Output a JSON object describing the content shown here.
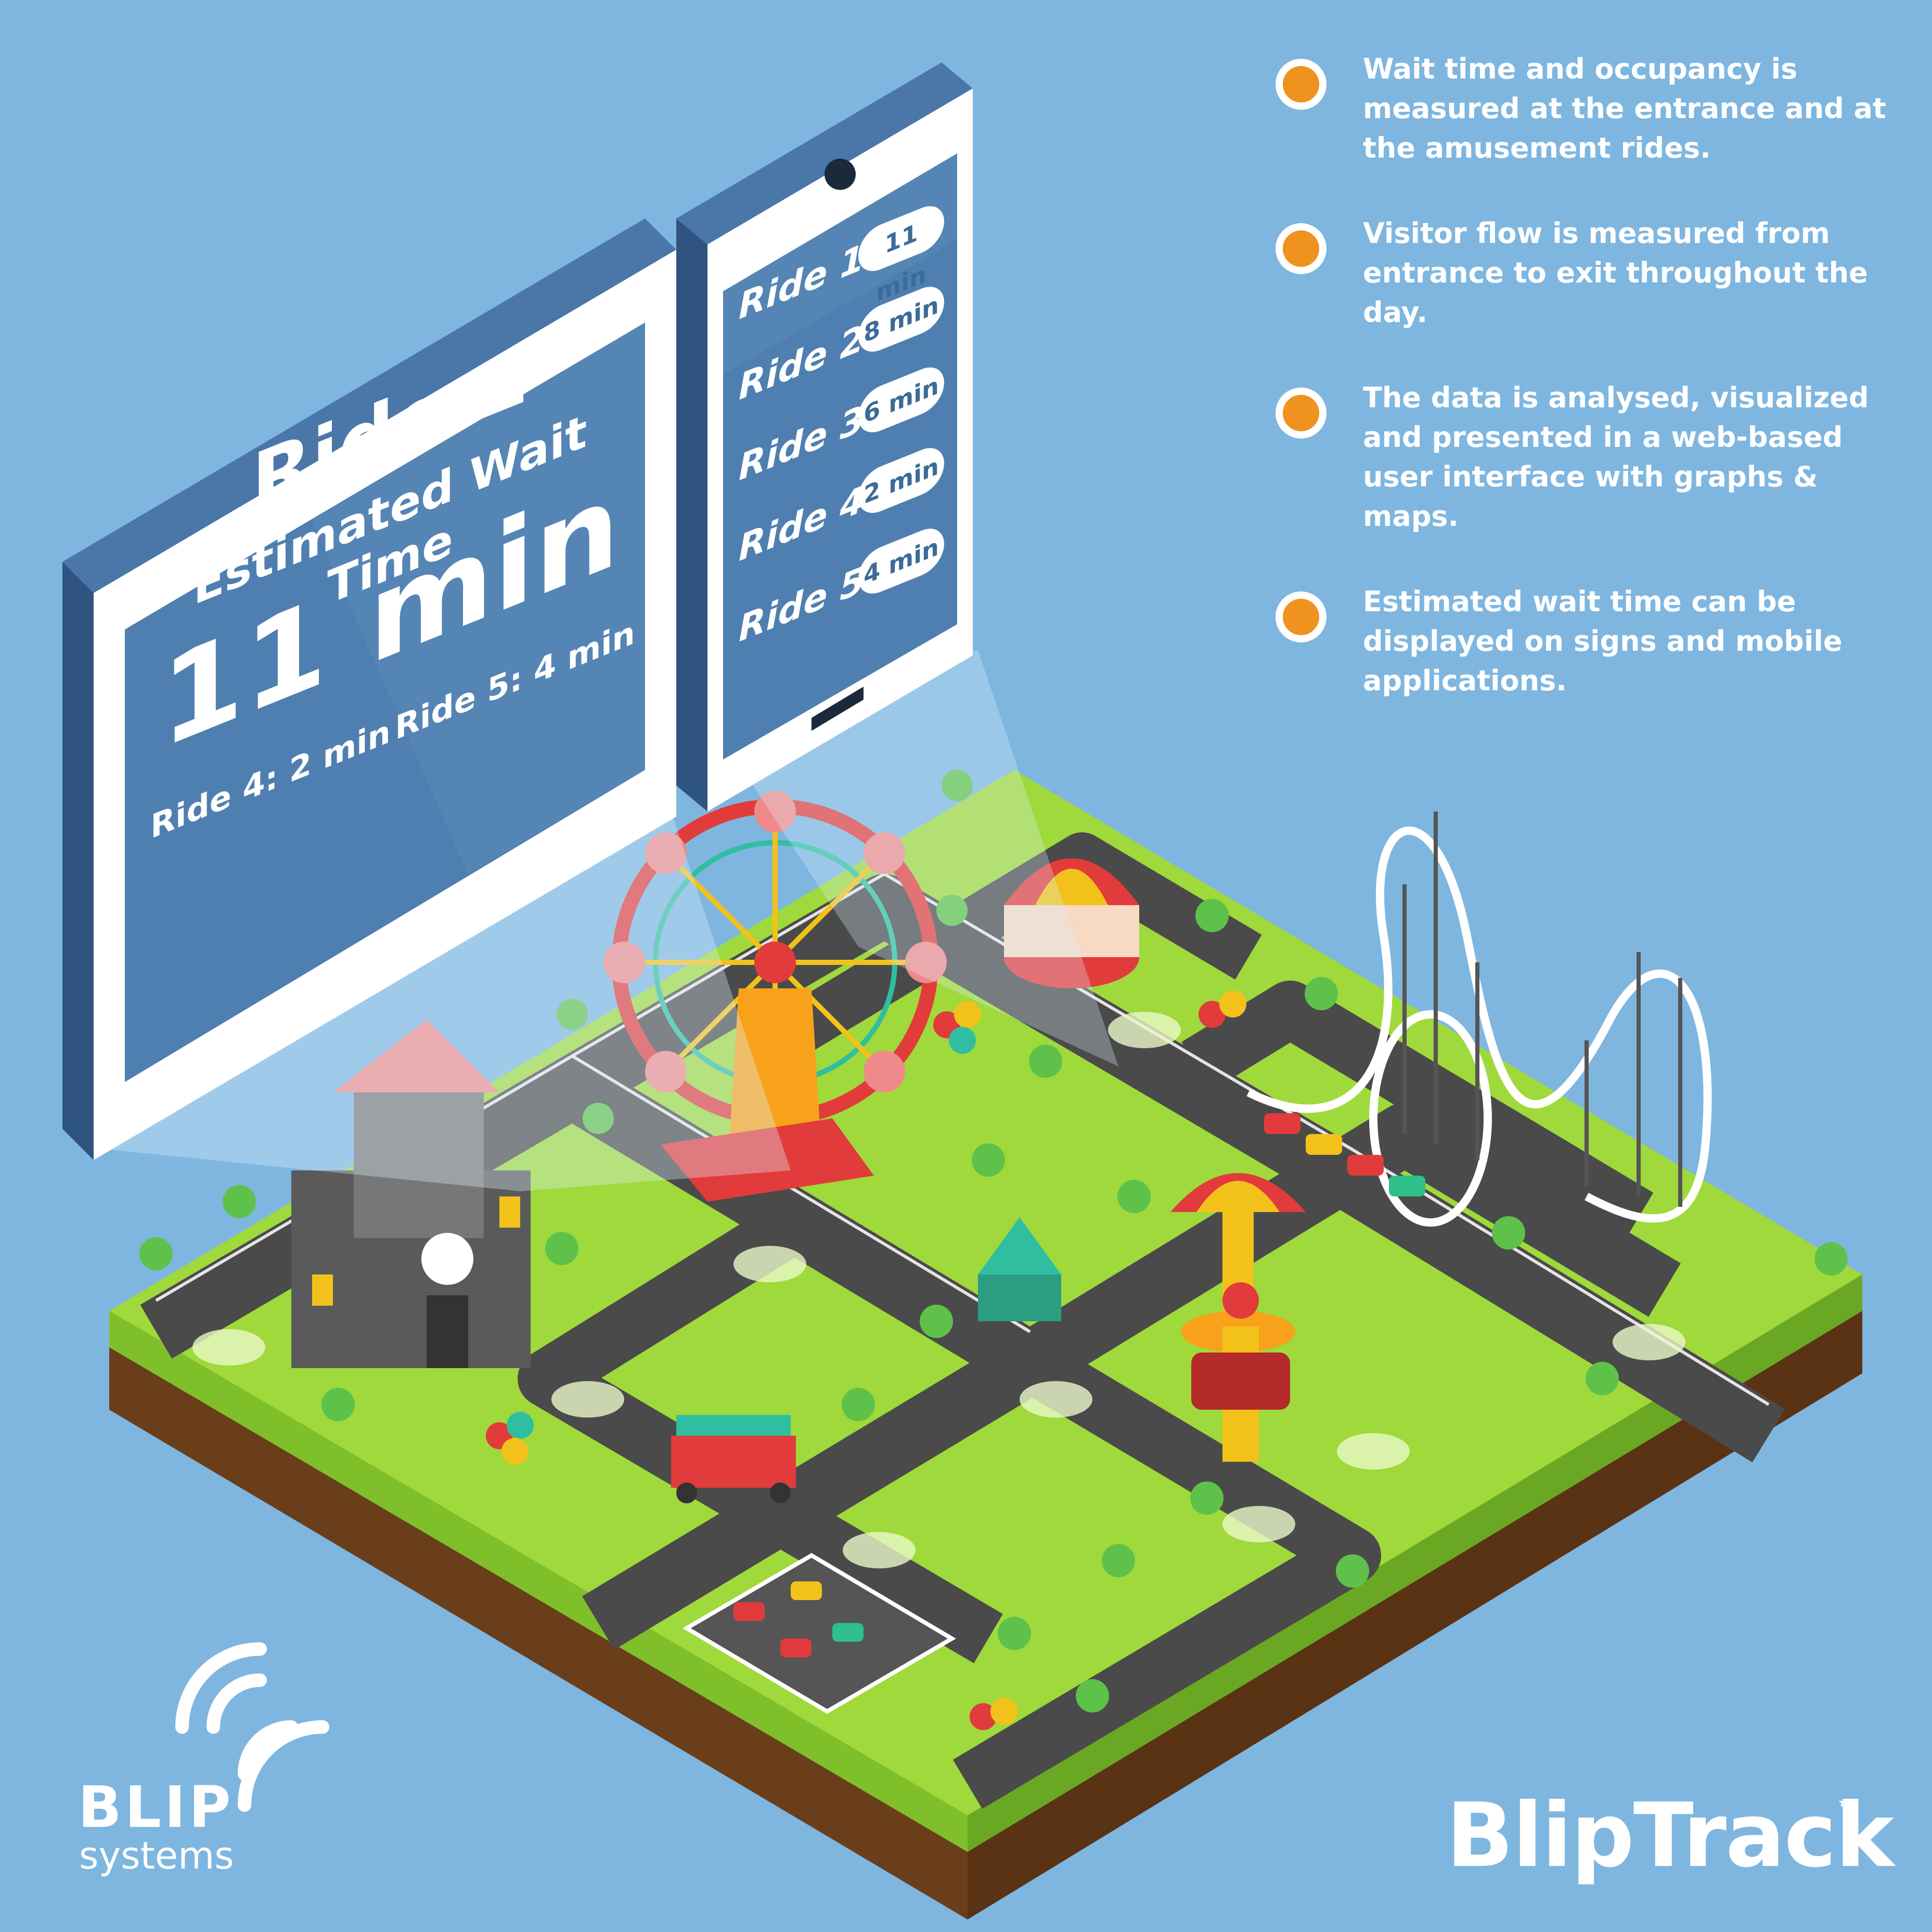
{
  "sign": {
    "title": "Ride 1",
    "subtitle": "Estimated Wait Time",
    "value": "11 min",
    "left_footer": "Ride 4: 2 min",
    "right_footer": "Ride 5: 4 min"
  },
  "phone": {
    "rides": [
      {
        "label": "Ride 1",
        "value": "11 min"
      },
      {
        "label": "Ride 2",
        "value": "8 min"
      },
      {
        "label": "Ride 3",
        "value": "6 min"
      },
      {
        "label": "Ride 4",
        "value": "2 min"
      },
      {
        "label": "Ride 5",
        "value": "4 min"
      }
    ]
  },
  "bullets": [
    {
      "text": "Wait time and occupancy is measured at the entrance and at the amusement rides."
    },
    {
      "text": "Visitor flow is measured from entrance to exit throughout the day."
    },
    {
      "text": "The data is analysed, visualized and presented in a web-based user interface with graphs & maps."
    },
    {
      "text": "Estimated wait time can be displayed on signs and mobile applications."
    }
  ],
  "brand": {
    "name": "BlipTrack",
    "tm": "™"
  },
  "logo": {
    "word": "BLIP",
    "sub": "systems"
  },
  "colors": {
    "background": "#7eb6e0",
    "grass": "#9fd93b",
    "road": "#4a4a4a",
    "screen": "#4f7fb0",
    "accent": "#f0921e",
    "soil": "#7a4b24"
  }
}
